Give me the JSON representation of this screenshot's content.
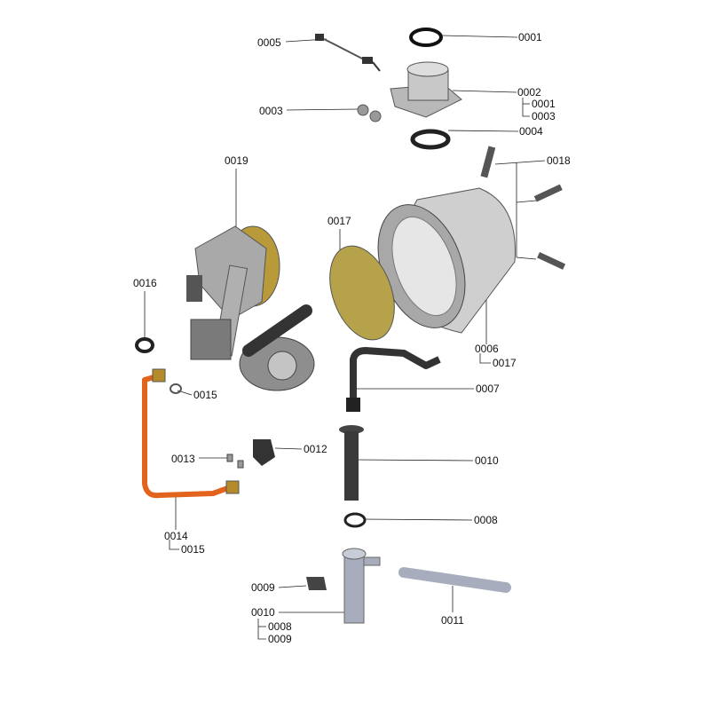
{
  "labels": {
    "l0001_top": "0001",
    "l0005": "0005",
    "l0002": "0002",
    "l0002_sub1": "0001",
    "l0002_sub2": "0003",
    "l0003": "0003",
    "l0004": "0004",
    "l0018": "0018",
    "l0019": "0019",
    "l0017": "0017",
    "l0016": "0016",
    "l0006": "0006",
    "l0006_sub": "0017",
    "l0007": "0007",
    "l0015": "0015",
    "l0013": "0013",
    "l0012": "0012",
    "l0010_top": "0010",
    "l0014": "0014",
    "l0014_sub": "0015",
    "l0008": "0008",
    "l0009": "0009",
    "l0010_bottom": "0010",
    "l0010_sub1": "0008",
    "l0010_sub2": "0009",
    "l0011": "0011"
  },
  "colors": {
    "line": "#222222",
    "gray": "#9a9a9a",
    "copper": "#e2631e",
    "gold": "#b89a3a",
    "dark": "#333333"
  }
}
